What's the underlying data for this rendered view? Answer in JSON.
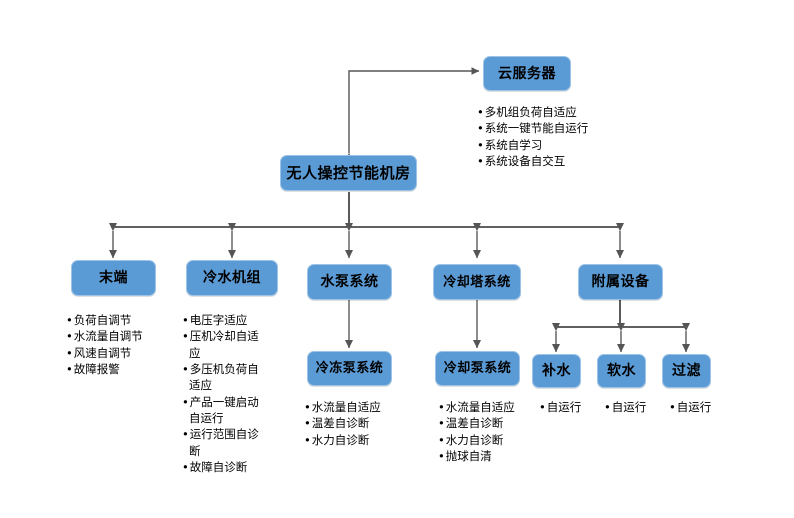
{
  "diagram": {
    "title_node": {
      "label": "无人操控节能机房"
    },
    "cloud": {
      "label": "云服务器",
      "features": [
        "多机组负荷自适应",
        "系统一键节能自运行",
        "系统自学习",
        "系统设备自交互"
      ]
    },
    "branches": [
      {
        "label": "末端",
        "features": [
          "负荷自调节",
          "水流量自调节",
          "风速自调节",
          "故障报警"
        ]
      },
      {
        "label": "冷水机组",
        "features": [
          "电压字适应",
          "压机冷却自适应",
          "多压机负荷自适应",
          "产品一键启动自运行",
          "运行范围自诊断",
          "故障自诊断"
        ]
      },
      {
        "label": "水泵系统",
        "child": "冷冻泵系统",
        "features": [
          "水流量自适应",
          "温差自诊断",
          "水力自诊断"
        ]
      },
      {
        "label": "冷却塔系统",
        "child": "冷却泵系统",
        "features": [
          "水流量自适应",
          "温差自诊断",
          "水力自诊断",
          "抛球自清"
        ]
      },
      {
        "label": "附属设备",
        "children": [
          {
            "label": "补水",
            "features": [
              "自运行"
            ]
          },
          {
            "label": "软水",
            "features": [
              "自运行"
            ]
          },
          {
            "label": "过滤",
            "features": [
              "自运行"
            ]
          }
        ]
      }
    ],
    "colors": {
      "node_fill": "#5B9BD5",
      "node_border": "#9DC3E6",
      "connector": "#404040",
      "bus": "#000000",
      "text": "#000000",
      "background": "#FFFFFF"
    }
  }
}
